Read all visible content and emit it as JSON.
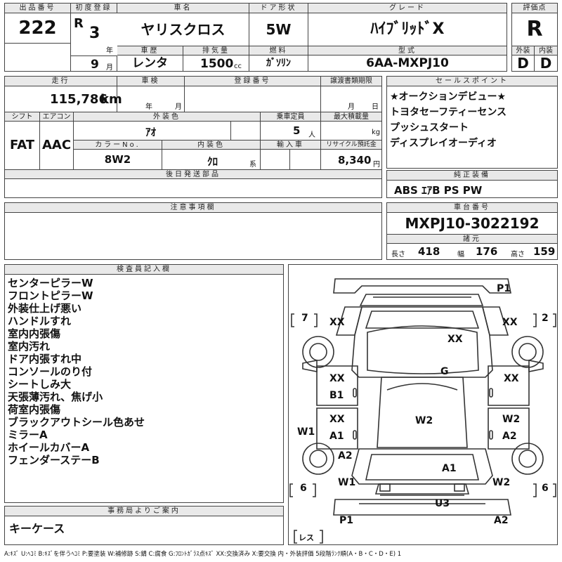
{
  "header": {
    "lot_label": "出品番号",
    "lot_number": "222",
    "first_reg_label": "初度登録",
    "era": "R",
    "year": "3",
    "year_unit": "年",
    "month": "9",
    "month_unit": "月",
    "car_name_label": "車名",
    "car_name": "ヤリスクロス",
    "history_label": "車歴",
    "history": "レンタ",
    "displacement_label": "排気量",
    "displacement": "1500",
    "displacement_unit": "cc",
    "door_label": "ドア形状",
    "door": "5W",
    "fuel_label": "燃料",
    "fuel": "ｶﾞｿﾘﾝ",
    "grade_label": "グレード",
    "grade": "ﾊｲﾌﾞﾘｯﾄﾞX",
    "model_code_label": "型式",
    "model_code": "6AA-MXPJ10",
    "score_label": "評価点",
    "score": "R",
    "exterior_label": "外装",
    "exterior": "D",
    "interior_label": "内装",
    "interior": "D"
  },
  "row2": {
    "mileage_label": "走行",
    "mileage": "115,786",
    "mileage_unit": "km",
    "inspection_label": "車検",
    "inspection_year_unit": "年",
    "inspection_month_unit": "月",
    "reg_no_label": "登録番号",
    "transfer_label": "譲渡書類期限",
    "transfer_month_unit": "月",
    "transfer_day_unit": "日",
    "shift_label": "シフト",
    "shift": "FAT",
    "aircon_label": "エアコン",
    "aircon": "AAC",
    "ext_color_label": "外装色",
    "ext_color": "ｱｵ",
    "capacity_label": "乗車定員",
    "capacity": "5",
    "capacity_unit": "人",
    "max_load_label": "最大積載量",
    "max_load_unit": "kg",
    "color_no_label": "カラーNo.",
    "color_no": "8W2",
    "int_color_label": "内装色",
    "int_color": "ｸﾛ",
    "int_color_unit": "系",
    "import_label": "輸入車",
    "recycle_label": "リサイクル預託金",
    "recycle": "8,340",
    "recycle_unit": "円",
    "later_parts_label": "後日発送部品",
    "caution_label": "注意事項欄"
  },
  "sales_points": {
    "label": "セールスポイント",
    "items": [
      "★オークションデビュー★",
      "トヨタセーフティーセンス",
      "プッシュスタート",
      "ディスプレイオーディオ"
    ]
  },
  "equipment": {
    "label": "純正装備",
    "value": "ABS ｴｱB PS PW"
  },
  "chassis": {
    "label": "車台番号",
    "value": "MXPJ10-3022192",
    "dims_label": "諸元",
    "length_label": "長さ",
    "length": "418",
    "width_label": "幅",
    "width": "176",
    "height_label": "高さ",
    "height": "159"
  },
  "inspector": {
    "label": "検査員記入欄",
    "notes": [
      "センターピラーW",
      "フロントピラーW",
      "外装仕上げ悪い",
      "ハンドルすれ",
      "室内内張傷",
      "室内汚れ",
      "ドア内張すれ中",
      "コンソールのり付",
      "シートしみ大",
      "天張薄汚れ、焦げ小",
      "荷室内張傷",
      "ブラックアウトシール色あせ",
      "ミラーA",
      "ホイールカバーA",
      "フェンダーステーB"
    ]
  },
  "office": {
    "label": "事務局よりご案内",
    "value": "キーケース"
  },
  "diagram": {
    "p1_top": "P1",
    "tire_7": "7",
    "tire_2": "2",
    "xx_fl": "XX",
    "xx_fr": "XX",
    "xx_hood": "XX",
    "g": "G",
    "xx_door_l1": "XX",
    "b1": "B1",
    "xx_door_r1": "XX",
    "xx_door_l2": "XX",
    "a1_door": "A1",
    "w1_side": "W1",
    "w2_center": "W2",
    "w2_r": "W2",
    "a2_door_r": "A2",
    "a2_l": "A2",
    "a1_trunk": "A1",
    "w1_rl": "W1",
    "w2_rr": "W2",
    "tire_6l": "6",
    "tire_6r": "6",
    "u3": "U3",
    "p1_bottom": "P1",
    "a2_bottom": "A2",
    "res": "レス"
  },
  "legend": "A:ｷｽﾞ U:ﾍｺﾐ B:ｷｽﾞを伴うﾍｺﾐ P:要塗装 W:補修跡 S:錆 C:腐食 G:ﾌﾛﾝﾄｶﾞﾗｽ点ｷｽﾞ XX:交換済み X:要交換 内・外装評価 5段階ﾗﾝｸ順(A・B・C・D・E) 1"
}
